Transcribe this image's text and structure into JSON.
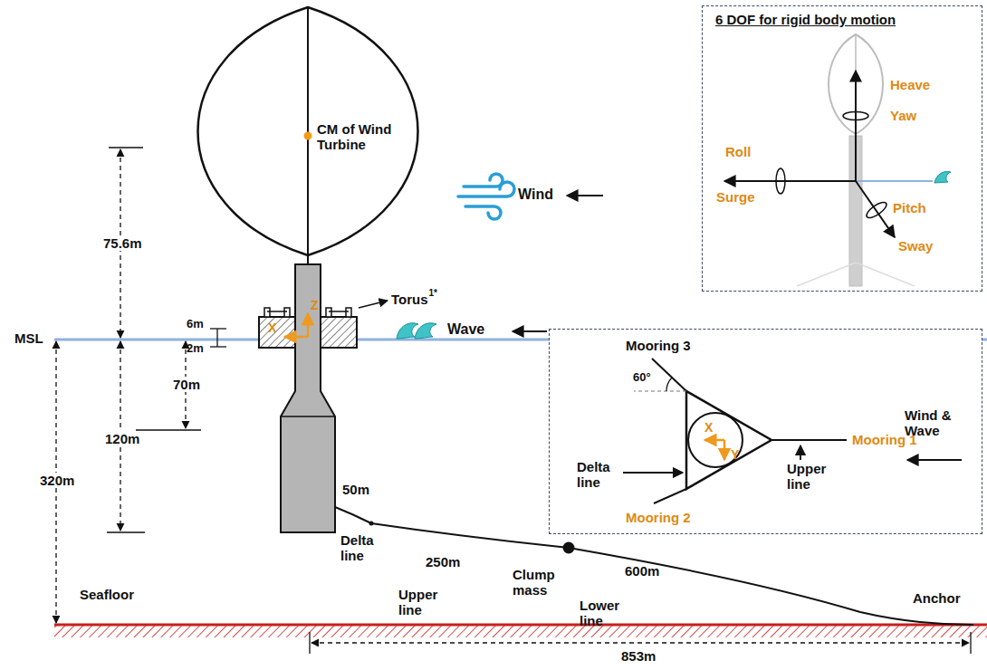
{
  "diagram": {
    "nodes": [
      {
        "text": [
          "6 DOF for rigid body motion",
          "Heave",
          "Yaw",
          "Roll",
          "Surge",
          "Pitch",
          "Sway"
        ]
      },
      {
        "text": [
          "Mooring 3",
          "60°",
          "X",
          "Y",
          "Delta line",
          "Upper line",
          "Mooring 1",
          "Wind & Wave",
          "Mooring 2"
        ]
      }
    ],
    "labels": [
      "CM of Wind Turbine",
      "Wind",
      "75.6m",
      "Torus",
      "1*",
      "MSL",
      "6m",
      "2m",
      "X",
      "Z",
      "Wave",
      "70m",
      "120m",
      "320m",
      "50m",
      "Delta line",
      "250m",
      "Upper line",
      "Clump mass",
      "600m",
      "Lower line",
      "Seafloor",
      "Anchor",
      "853m"
    ]
  }
}
